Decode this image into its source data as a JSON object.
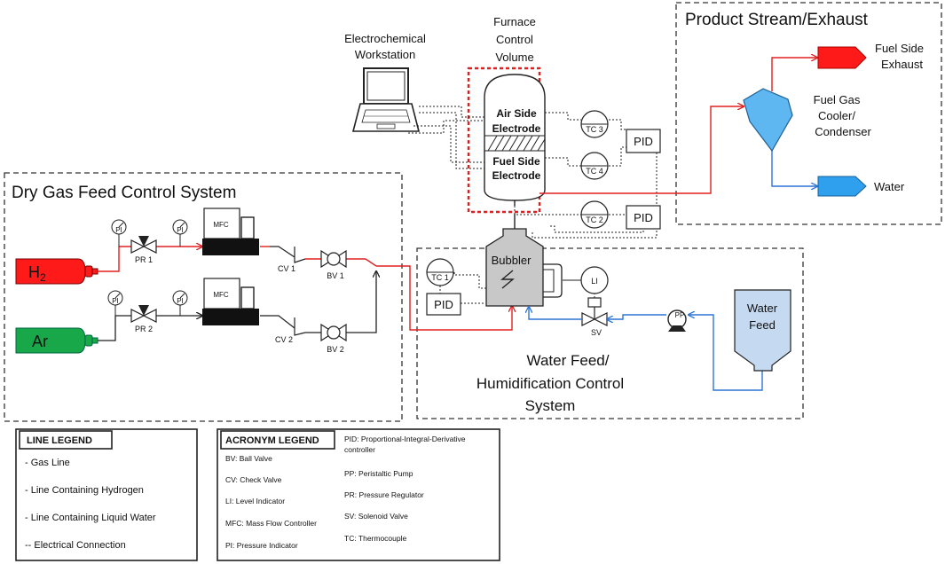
{
  "sections": {
    "dry_gas": "Dry Gas Feed Control System",
    "water_feed": [
      "Water Feed/",
      "Humidification Control",
      "System"
    ],
    "product": "Product Stream/Exhaust"
  },
  "furnace": [
    "Furnace",
    "Control",
    "Volume"
  ],
  "workstation": [
    "Electrochemical",
    "Workstation"
  ],
  "electrodes": {
    "air": [
      "Air Side",
      "Electrode"
    ],
    "fuel": [
      "Fuel Side",
      "Electrode"
    ]
  },
  "cooler": [
    "Fuel Gas",
    "Cooler/",
    "Condenser"
  ],
  "outputs": {
    "exhaust": [
      "Fuel Side",
      "Exhaust"
    ],
    "water": "Water"
  },
  "gases": {
    "h2_main": "H",
    "h2_sub": "2",
    "ar": "Ar"
  },
  "components": {
    "pr1": "PR 1",
    "pr2": "PR 2",
    "pi": "PI",
    "mfc": "MFC",
    "cv1": "CV 1",
    "cv2": "CV 2",
    "bv1": "BV 1",
    "bv2": "BV 2",
    "tc1": "TC 1",
    "tc2": "TC 2",
    "tc3": "TC 3",
    "tc4": "TC 4",
    "pid": "PID",
    "bubbler": "Bubbler",
    "li": "LI",
    "sv": "SV",
    "pp": "PP",
    "water_feed_tank": [
      "Water",
      "Feed"
    ]
  },
  "line_legend": {
    "title": "LINE LEGEND",
    "items": [
      {
        "text": "- Gas Line",
        "color": "#222222"
      },
      {
        "text": "- Line Containing Hydrogen",
        "color": "#e02020"
      },
      {
        "text": "- Line Containing Liquid Water",
        "color": "#2e75d6"
      },
      {
        "text": "-- Electrical Connection",
        "color": "#222222"
      }
    ]
  },
  "acronym_legend": {
    "title": "ACRONYM LEGEND",
    "left": [
      "BV: Ball Valve",
      "CV: Check Valve",
      "LI: Level Indicator",
      "MFC: Mass Flow Controller",
      "PI: Pressure Indicator"
    ],
    "right": [
      "PID: Proportional-Integral-Derivative",
      "controller",
      "PP: Peristaltic Pump",
      "PR: Pressure Regulator",
      "SV: Solenoid Valve",
      "TC: Thermocouple"
    ]
  },
  "colors": {
    "hydrogen": "#e02020",
    "water": "#2e75d6",
    "h2_tank": "#ff1a1a",
    "ar_tank": "#18a84a",
    "cooler": "#5eb7f0",
    "bubbler": "#c8c8c8"
  }
}
